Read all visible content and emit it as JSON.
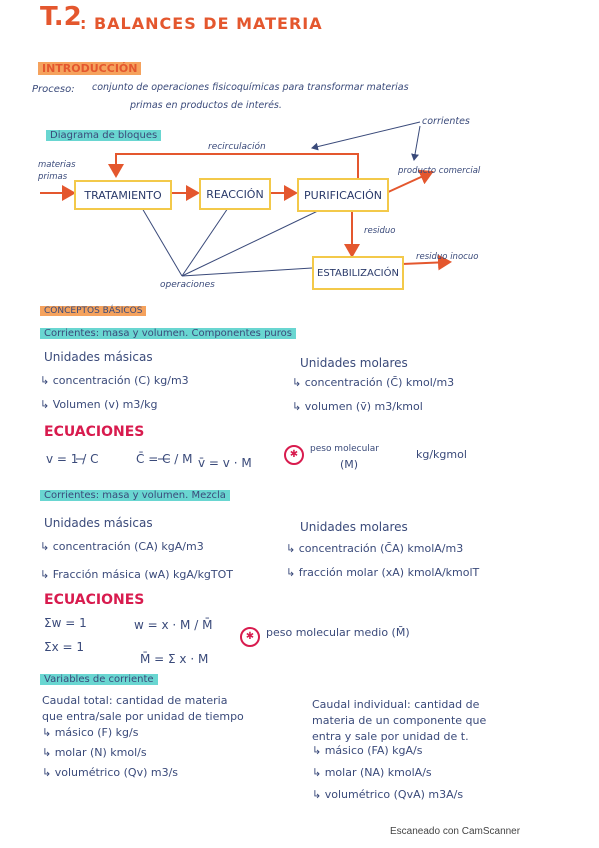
{
  "header": {
    "title_num": "T.2",
    "title_text": ": BALANCES DE MATERIA"
  },
  "intro": {
    "heading": "INTRODUCCIÓN",
    "proceso_label": "Proceso:",
    "proceso_line1": "conjunto de operaciones fisicoquímicas para transformar materias",
    "proceso_line2": "primas en productos de interés.",
    "corrientes_label": "corrientes"
  },
  "diagram": {
    "heading": "Diagrama de bloques",
    "recirculacion": "recirculación",
    "materias_primas_1": "materias",
    "materias_primas_2": "primas",
    "tratamiento": "TRATAMIENTO",
    "reaccion": "REACCIÓN",
    "purificacion": "PURIFICACIÓN",
    "producto_comercial": "producto comercial",
    "residuo": "residuo",
    "estabilizacion": "ESTABILIZACIÓN",
    "residuo_inocuo": "residuo inocuo",
    "operaciones": "operaciones"
  },
  "conceptos": {
    "heading": "CONCEPTOS BÁSICOS",
    "sec1": {
      "heading": "Corrientes: masa y volumen. Componentes puros",
      "masicas_title": "Unidades másicas",
      "masicas_1": "↳ concentración (C)  kg/m3",
      "masicas_2": "↳ Volumen (v)  m3/kg",
      "molares_title": "Unidades molares",
      "molares_1": "↳ concentración (C̄)   kmol/m3",
      "molares_2": "↳ volumen (v̄)   m3/kmol",
      "ecuaciones": "ECUACIONES",
      "eq1": "v = 1 / C",
      "eq2": "C̄ = C / M",
      "eq3": "v̄ = v · M",
      "star": "✱",
      "peso_mol_1": "peso molecular",
      "peso_mol_2": "(M)",
      "peso_mol_unit": "kg/kgmol"
    },
    "sec2": {
      "heading": "Corrientes: masa y volumen. Mezcla",
      "masicas_title": "Unidades másicas",
      "masicas_1": "↳ concentración (CA)  kgA/m3",
      "masicas_2": "↳ Fracción másica (wA)  kgA/kgTOT",
      "molares_title": "Unidades molares",
      "molares_1": "↳ concentración (C̄A)   kmolA/m3",
      "molares_2": "↳ fracción molar (xA)  kmolA/kmolT",
      "ecuaciones": "ECUACIONES",
      "eq1": "Σw = 1",
      "eq2": "Σx = 1",
      "eq3": "w = x · M / M̄",
      "eq4": "M̄ = Σ x · M",
      "star": "✱",
      "peso_medio": "peso molecular medio (M̄)"
    },
    "sec3": {
      "heading": "Variables de corriente",
      "left_1": "Caudal total: cantidad de materia",
      "left_2": "que entra/sale por unidad de tiempo",
      "left_3": "↳ másico (F)  kg/s",
      "left_4": "↳ molar (N)  kmol/s",
      "left_5": "↳ volumétrico (Qv)  m3/s",
      "right_1": "Caudal individual: cantidad de",
      "right_2": "materia de un componente que",
      "right_3": "entra y sale por unidad de t.",
      "right_4": "↳ másico (FA)  kgA/s",
      "right_5": "↳ molar (NA)  kmolA/s",
      "right_6": "↳ volumétrico (QvA)  m3A/s"
    }
  },
  "footer": {
    "scanner": "Escaneado con CamScanner"
  },
  "colors": {
    "accent": "#e4572e",
    "ink": "#2a3a6a",
    "ecuaciones": "#d81b4e",
    "highlight_cyan": "#69d6d1",
    "highlight_orange": "#f5a25d",
    "box_border": "#f3c94a"
  }
}
